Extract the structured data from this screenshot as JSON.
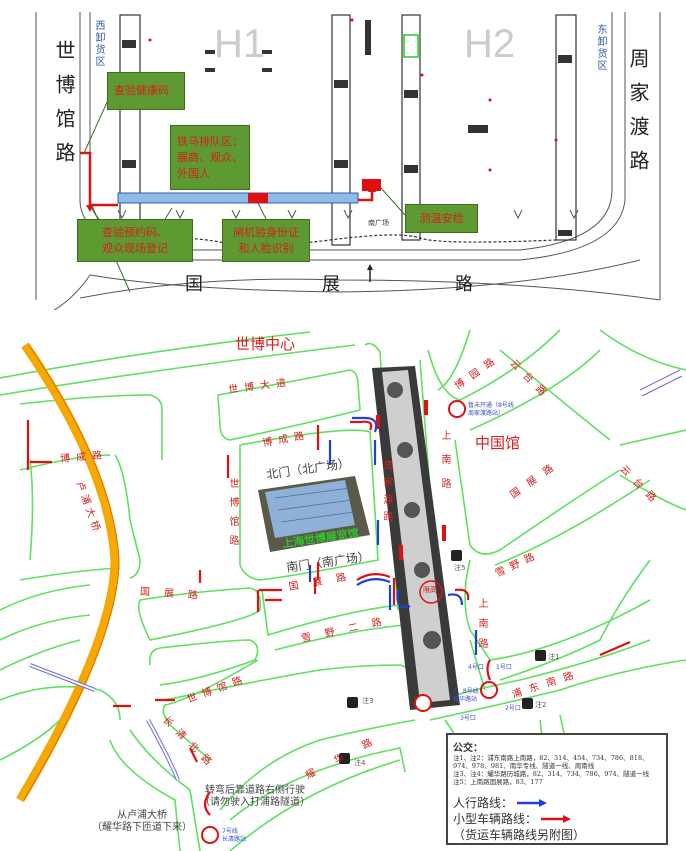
{
  "floor_plan": {
    "hall_labels": [
      "H1",
      "H2"
    ],
    "west_unloading": "西卸货区",
    "east_unloading": "东卸货区",
    "west_road": "世博馆路",
    "east_road": "周家渡路",
    "south_road": [
      "国",
      "展",
      "路"
    ],
    "south_plaza": "南广场",
    "boxes": {
      "health_code": "查验健康码",
      "queue_area": [
        "铁马排队区：",
        "展商、观众、",
        "外国人"
      ],
      "reservation": [
        "查验预约码、",
        "观众现场登记"
      ],
      "gate": [
        "闸机验身份证",
        "和人脸识别"
      ],
      "security": "测温安检"
    },
    "colors": {
      "box_fill": "#5e9a32",
      "box_text": "#d81e1e",
      "route": "#e01010",
      "queue_bar": "#8fbbe8"
    }
  },
  "area_map": {
    "landmarks": {
      "expo_center": "世博中心",
      "china_pavilion": "中国馆",
      "north_gate": "北门（北广场）",
      "south_gate": "南门（南广场）",
      "venue_name": "上海世博展览馆",
      "height_limit": "限高"
    },
    "roads": {
      "shibo_avenue": "世博大道",
      "bocheng_north": "博成路",
      "bocheng_west": "博成路",
      "shibo_guan_west": "世博馆路",
      "guozhan_south": "国展路",
      "guozhan_left": "国展路",
      "guozhan_right": "国展路",
      "zhoujiadu": "周家渡路",
      "shangnan_north": "上南路",
      "shangnan_south": "上南路",
      "xueye_er": "雪野二路",
      "xueye": "雪野路",
      "shibo_guan_sw": "世博馆路",
      "changqing_north": "长清北路",
      "yaohua": "耀华路",
      "pudong_south": "浦东南路",
      "yuntai": "云台路",
      "yuntai2": "云台路",
      "boyuan": "博园路",
      "lupu_bridge": "卢浦大桥"
    },
    "metro": {
      "line8": [
        "暂未开通（8号线",
        "周家渡路站）"
      ],
      "line7_8": [
        "7、8号线",
        "耀华路站"
      ],
      "line7": [
        "7号线",
        "长清路站"
      ],
      "exits": [
        "4号口",
        "1号口",
        "2号口",
        "3号口"
      ]
    },
    "bus_stops": [
      "注1",
      "注2",
      "注3",
      "注4",
      "注5"
    ],
    "notes": {
      "turn": [
        "转弯后靠道路右侧行驶",
        "（请勿驶入打浦路隧道）"
      ],
      "from_bridge": [
        "从卢浦大桥",
        "（耀华路下匝道下来）"
      ]
    },
    "legend": {
      "title": "公交：",
      "lines": [
        "注1、注2：浦东南路上南路，82、314、454、734、786、818、",
        "974、978、981、南华专线、隧道一线、周南线",
        "注3、注4：耀华路历城路，82、314、734、786、974、隧道一线",
        "注5：上南路国展路，83、177"
      ],
      "pedestrian": "人行路线：",
      "vehicle": "小型车辆路线：",
      "freight": "（货运车辆路线另附图）",
      "pedestrian_color": "#1f3fd6",
      "vehicle_color": "#e01010"
    },
    "colors": {
      "road": "#5fe05f",
      "bridge": "#f5a800",
      "text": "#d81e1e"
    }
  }
}
